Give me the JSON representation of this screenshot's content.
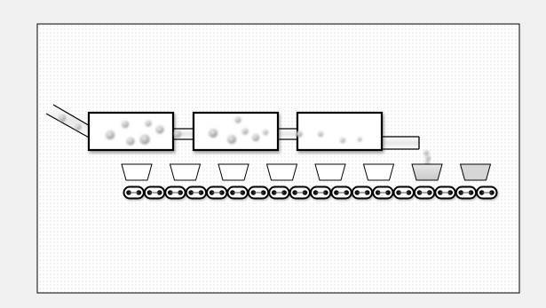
{
  "diagram": {
    "description_free": true,
    "colors": {
      "page_background": "#f0f0f0",
      "panel_fill": "#ffffff",
      "dot_pattern": "#c4c4c4",
      "outline": "#000000",
      "bead": "#bdbdbd",
      "cup_filled": "#d6d6d6"
    },
    "components": {
      "inlet_pipe": "inlet-pipe",
      "mixing_chambers": [
        "chamber-1",
        "chamber-2",
        "chamber-3"
      ],
      "connector_pipes": [
        "pipe-1-2",
        "pipe-2-3",
        "outlet-pipe"
      ],
      "cups": {
        "count": 8,
        "empty": 6,
        "being_filled": 1,
        "filled": 1
      },
      "chain_conveyor": {
        "link_count": 18
      }
    }
  }
}
